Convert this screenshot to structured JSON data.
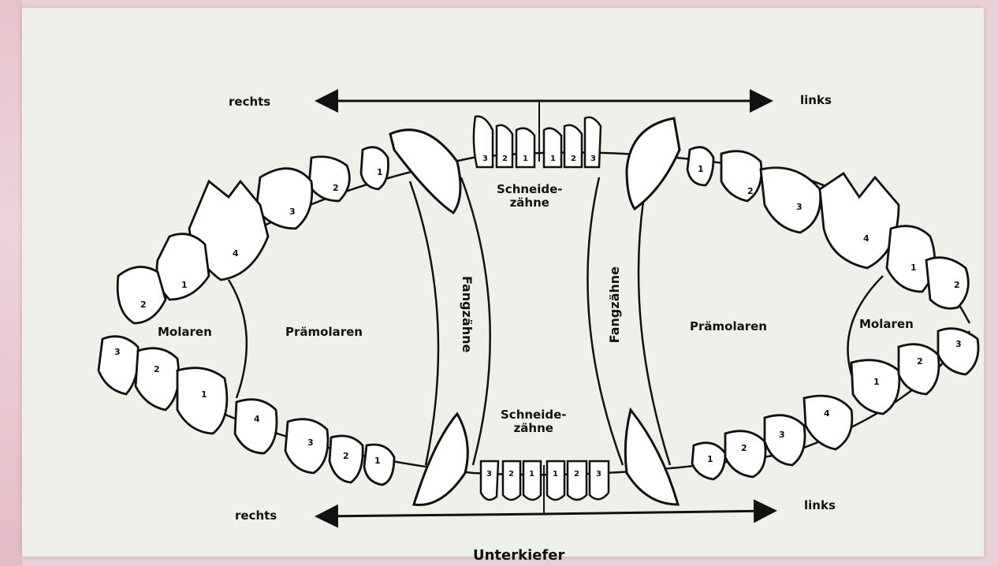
{
  "labels": {
    "top_right_side": "rechts",
    "top_left_side": "links",
    "bottom_right_side": "rechts",
    "bottom_left_side": "links",
    "incisors_upper": "Schneide-\nzähne",
    "incisors_lower": "Schneide-\nzähne",
    "canine_left": "Fangzähne",
    "canine_right": "Fangzähne",
    "molars_left": "Molaren",
    "molars_right": "Molaren",
    "premolars_left": "Prämolaren",
    "premolars_right": "Prämolaren",
    "footer": "Unterkiefer"
  },
  "tooth_numbers": {
    "upper_left": [
      "1",
      "2",
      "3",
      "4",
      "1",
      "2"
    ],
    "upper_right": [
      "1",
      "2",
      "3",
      "4",
      "1",
      "2"
    ],
    "lower_left": [
      "1",
      "2",
      "3",
      "4",
      "1",
      "2",
      "3"
    ],
    "lower_right": [
      "1",
      "2",
      "3",
      "4",
      "1",
      "2",
      "3"
    ],
    "incisors_upper": [
      "3",
      "2",
      "1",
      "1",
      "2",
      "3"
    ],
    "incisors_lower": [
      "3",
      "2",
      "1",
      "1",
      "2",
      "3"
    ]
  }
}
